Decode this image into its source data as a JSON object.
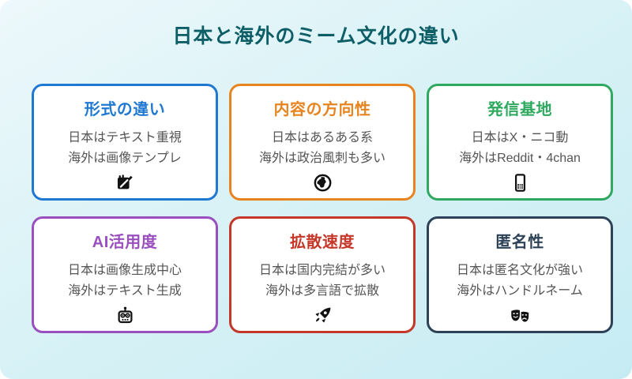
{
  "page": {
    "title": "日本と海外のミーム文化の違い"
  },
  "theme": {
    "background_top": "#edf8fb",
    "background_bottom": "#c6ecf3",
    "page_title_color": "#0d5e66",
    "card_background": "#ffffff",
    "body_text_color": "#555555",
    "icon_color": "#111111"
  },
  "cards": [
    {
      "title": "形式の違い",
      "line1": "日本はテキスト重視",
      "line2": "海外は画像テンプレ",
      "icon": "memo-pencil-icon",
      "color": "#1f78d1"
    },
    {
      "title": "内容の方向性",
      "line1": "日本はあるある系",
      "line2": "海外は政治風刺も多い",
      "icon": "globe-icon",
      "color": "#e8841f"
    },
    {
      "title": "発信基地",
      "line1": "日本はX・ニコ動",
      "line2": "海外はReddit・4chan",
      "icon": "mobile-phone-icon",
      "color": "#2ea95f"
    },
    {
      "title": "AI活用度",
      "line1": "日本は画像生成中心",
      "line2": "海外はテキスト生成",
      "icon": "robot-icon",
      "color": "#9a4fbe"
    },
    {
      "title": "拡散速度",
      "line1": "日本は国内完結が多い",
      "line2": "海外は多言語で拡散",
      "icon": "rocket-icon",
      "color": "#c53728"
    },
    {
      "title": "匿名性",
      "line1": "日本は匿名文化が強い",
      "line2": "海外はハンドルネーム",
      "icon": "theater-masks-icon",
      "color": "#2d4257"
    }
  ]
}
